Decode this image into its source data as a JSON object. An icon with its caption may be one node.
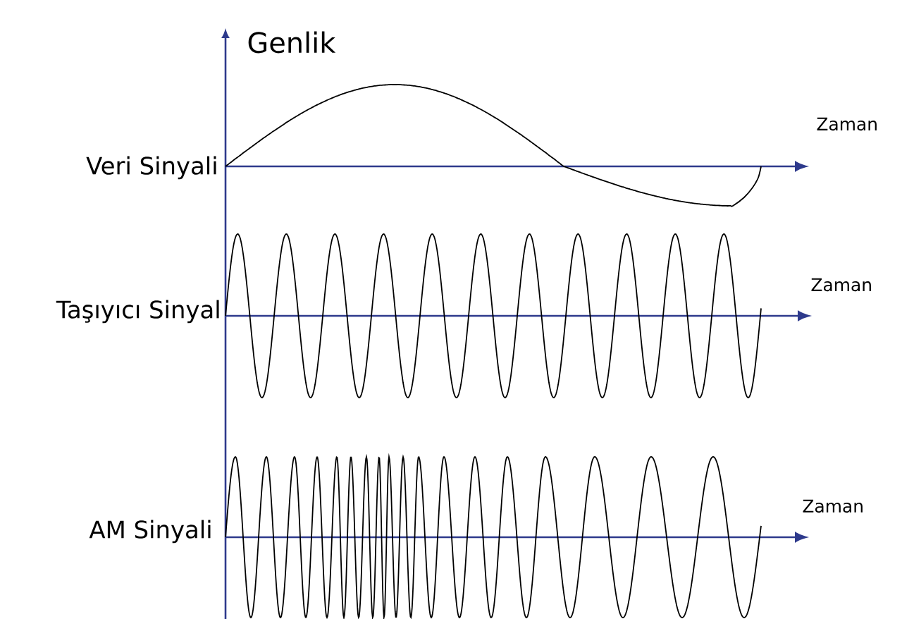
{
  "diagram": {
    "labels": [
      "Genlik",
      "Zaman",
      "Veri Sinyali",
      "Zaman",
      "Taşıyıcı Sinyal",
      "Zaman",
      "AM Sinyali"
    ]
  }
}
